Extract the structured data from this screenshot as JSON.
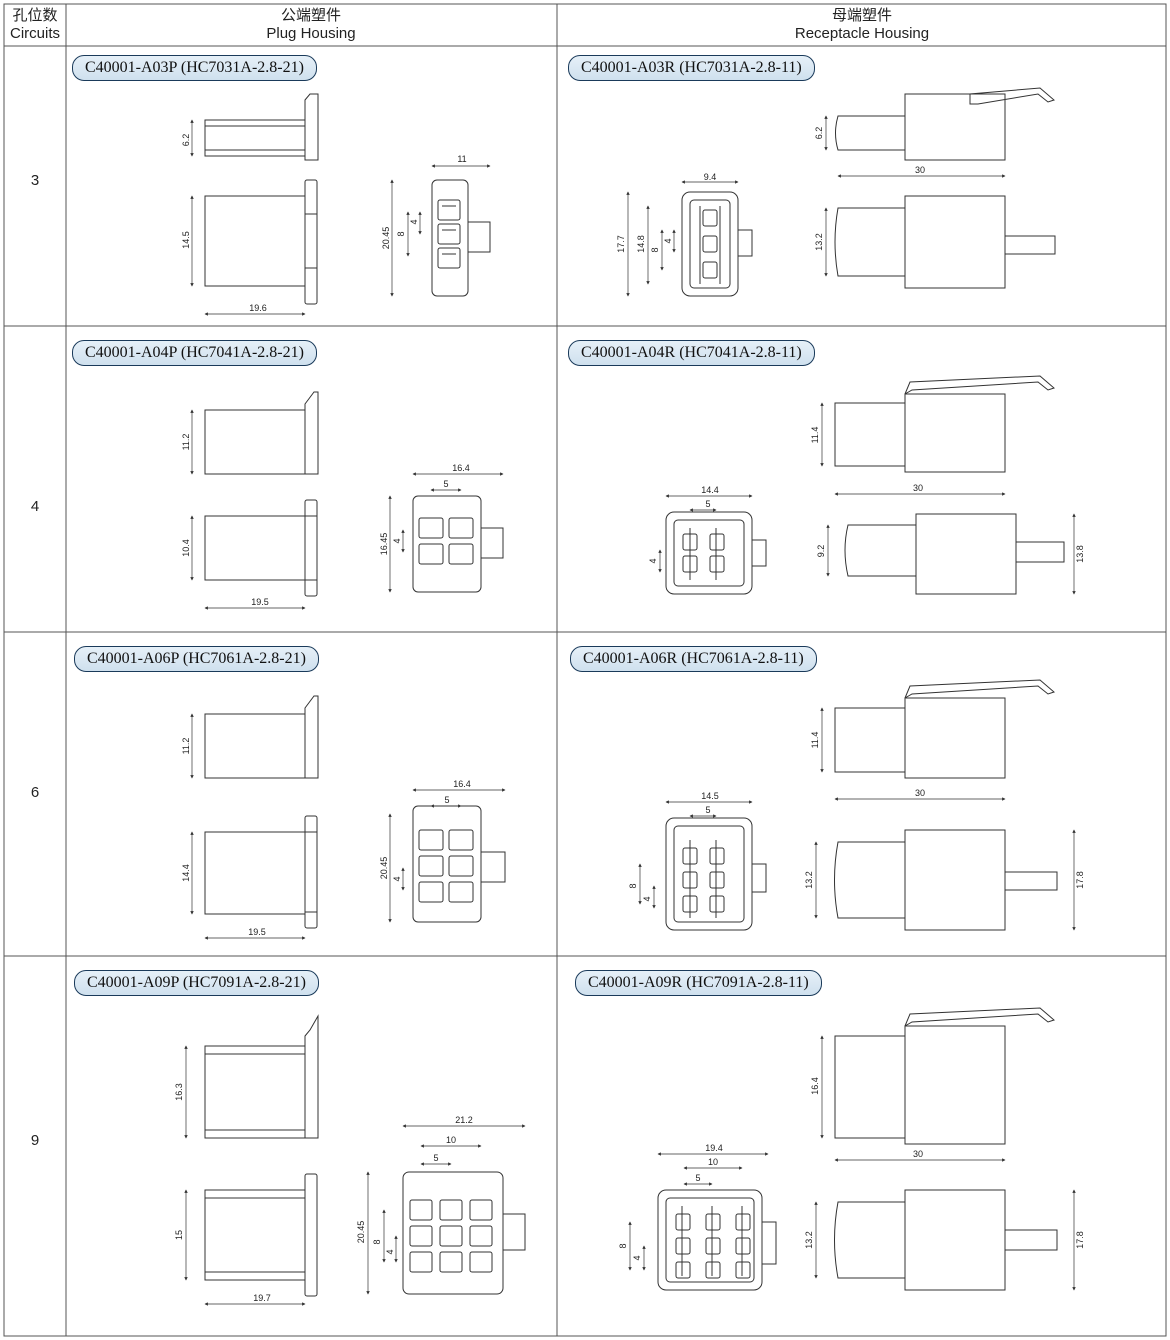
{
  "header": {
    "circuits_cn": "孔位数",
    "circuits_en": "Circuits",
    "plug_cn": "公端塑件",
    "plug_en": "Plug Housing",
    "rec_cn": "母端塑件",
    "rec_en": "Receptacle Housing"
  },
  "rows": [
    {
      "circuits": "3",
      "plug_part": "C40001-A03P (HC7031A-2.8-21)",
      "rec_part": "C40001-A03R (HC7031A-2.8-11)",
      "plug_dims": {
        "side_h": "6.2",
        "front_h": "14.5",
        "front_w": "19.6",
        "face_w": "11",
        "face_h": "20.45",
        "face_p1": "8",
        "face_p2": "4"
      },
      "rec_dims": {
        "face_w": "9.4",
        "face_h1": "17.7",
        "face_h2": "14.8",
        "face_p1": "8",
        "face_p2": "4",
        "side_h": "6.2",
        "side_w": "30",
        "front_h": "13.2"
      }
    },
    {
      "circuits": "4",
      "plug_part": "C40001-A04P (HC7041A-2.8-21)",
      "rec_part": "C40001-A04R (HC7041A-2.8-11)",
      "plug_dims": {
        "side_h": "11.2",
        "front_h": "10.4",
        "front_w": "19.5",
        "face_w": "16.4",
        "face_p": "5",
        "face_h": "16.45",
        "face_p2": "4"
      },
      "rec_dims": {
        "side_h": "11.4",
        "side_w": "30",
        "face_w": "14.4",
        "face_p": "5",
        "face_p2": "4",
        "front_h1": "9.2",
        "front_h2": "13.8"
      }
    },
    {
      "circuits": "6",
      "plug_part": "C40001-A06P (HC7061A-2.8-21)",
      "rec_part": "C40001-A06R (HC7061A-2.8-11)",
      "plug_dims": {
        "side_h": "11.2",
        "front_h": "14.4",
        "front_w": "19.5",
        "face_w": "16.4",
        "face_p": "5",
        "face_h": "20.45",
        "face_p2": "4"
      },
      "rec_dims": {
        "side_h": "11.4",
        "side_w": "30",
        "face_w": "14.5",
        "face_p": "5",
        "face_p1": "8",
        "face_p2": "4",
        "front_h1": "13.2",
        "front_h2": "17.8"
      }
    },
    {
      "circuits": "9",
      "plug_part": "C40001-A09P (HC7091A-2.8-21)",
      "rec_part": "C40001-A09R (HC7091A-2.8-11)",
      "plug_dims": {
        "side_h": "16.3",
        "front_h": "15",
        "front_w": "19.7",
        "face_w": "21.2",
        "face_p10": "10",
        "face_p": "5",
        "face_h": "20.45",
        "face_p1": "8",
        "face_p2": "4"
      },
      "rec_dims": {
        "side_h": "16.4",
        "side_w": "30",
        "face_w": "19.4",
        "face_p10": "10",
        "face_p": "5",
        "face_p1": "8",
        "face_p2": "4",
        "front_h1": "13.2",
        "front_h2": "17.8"
      }
    }
  ],
  "colors": {
    "line": "#333333",
    "border": "#555555",
    "pill_bg": "#dbe8f3",
    "pill_border": "#1a3a5a"
  }
}
